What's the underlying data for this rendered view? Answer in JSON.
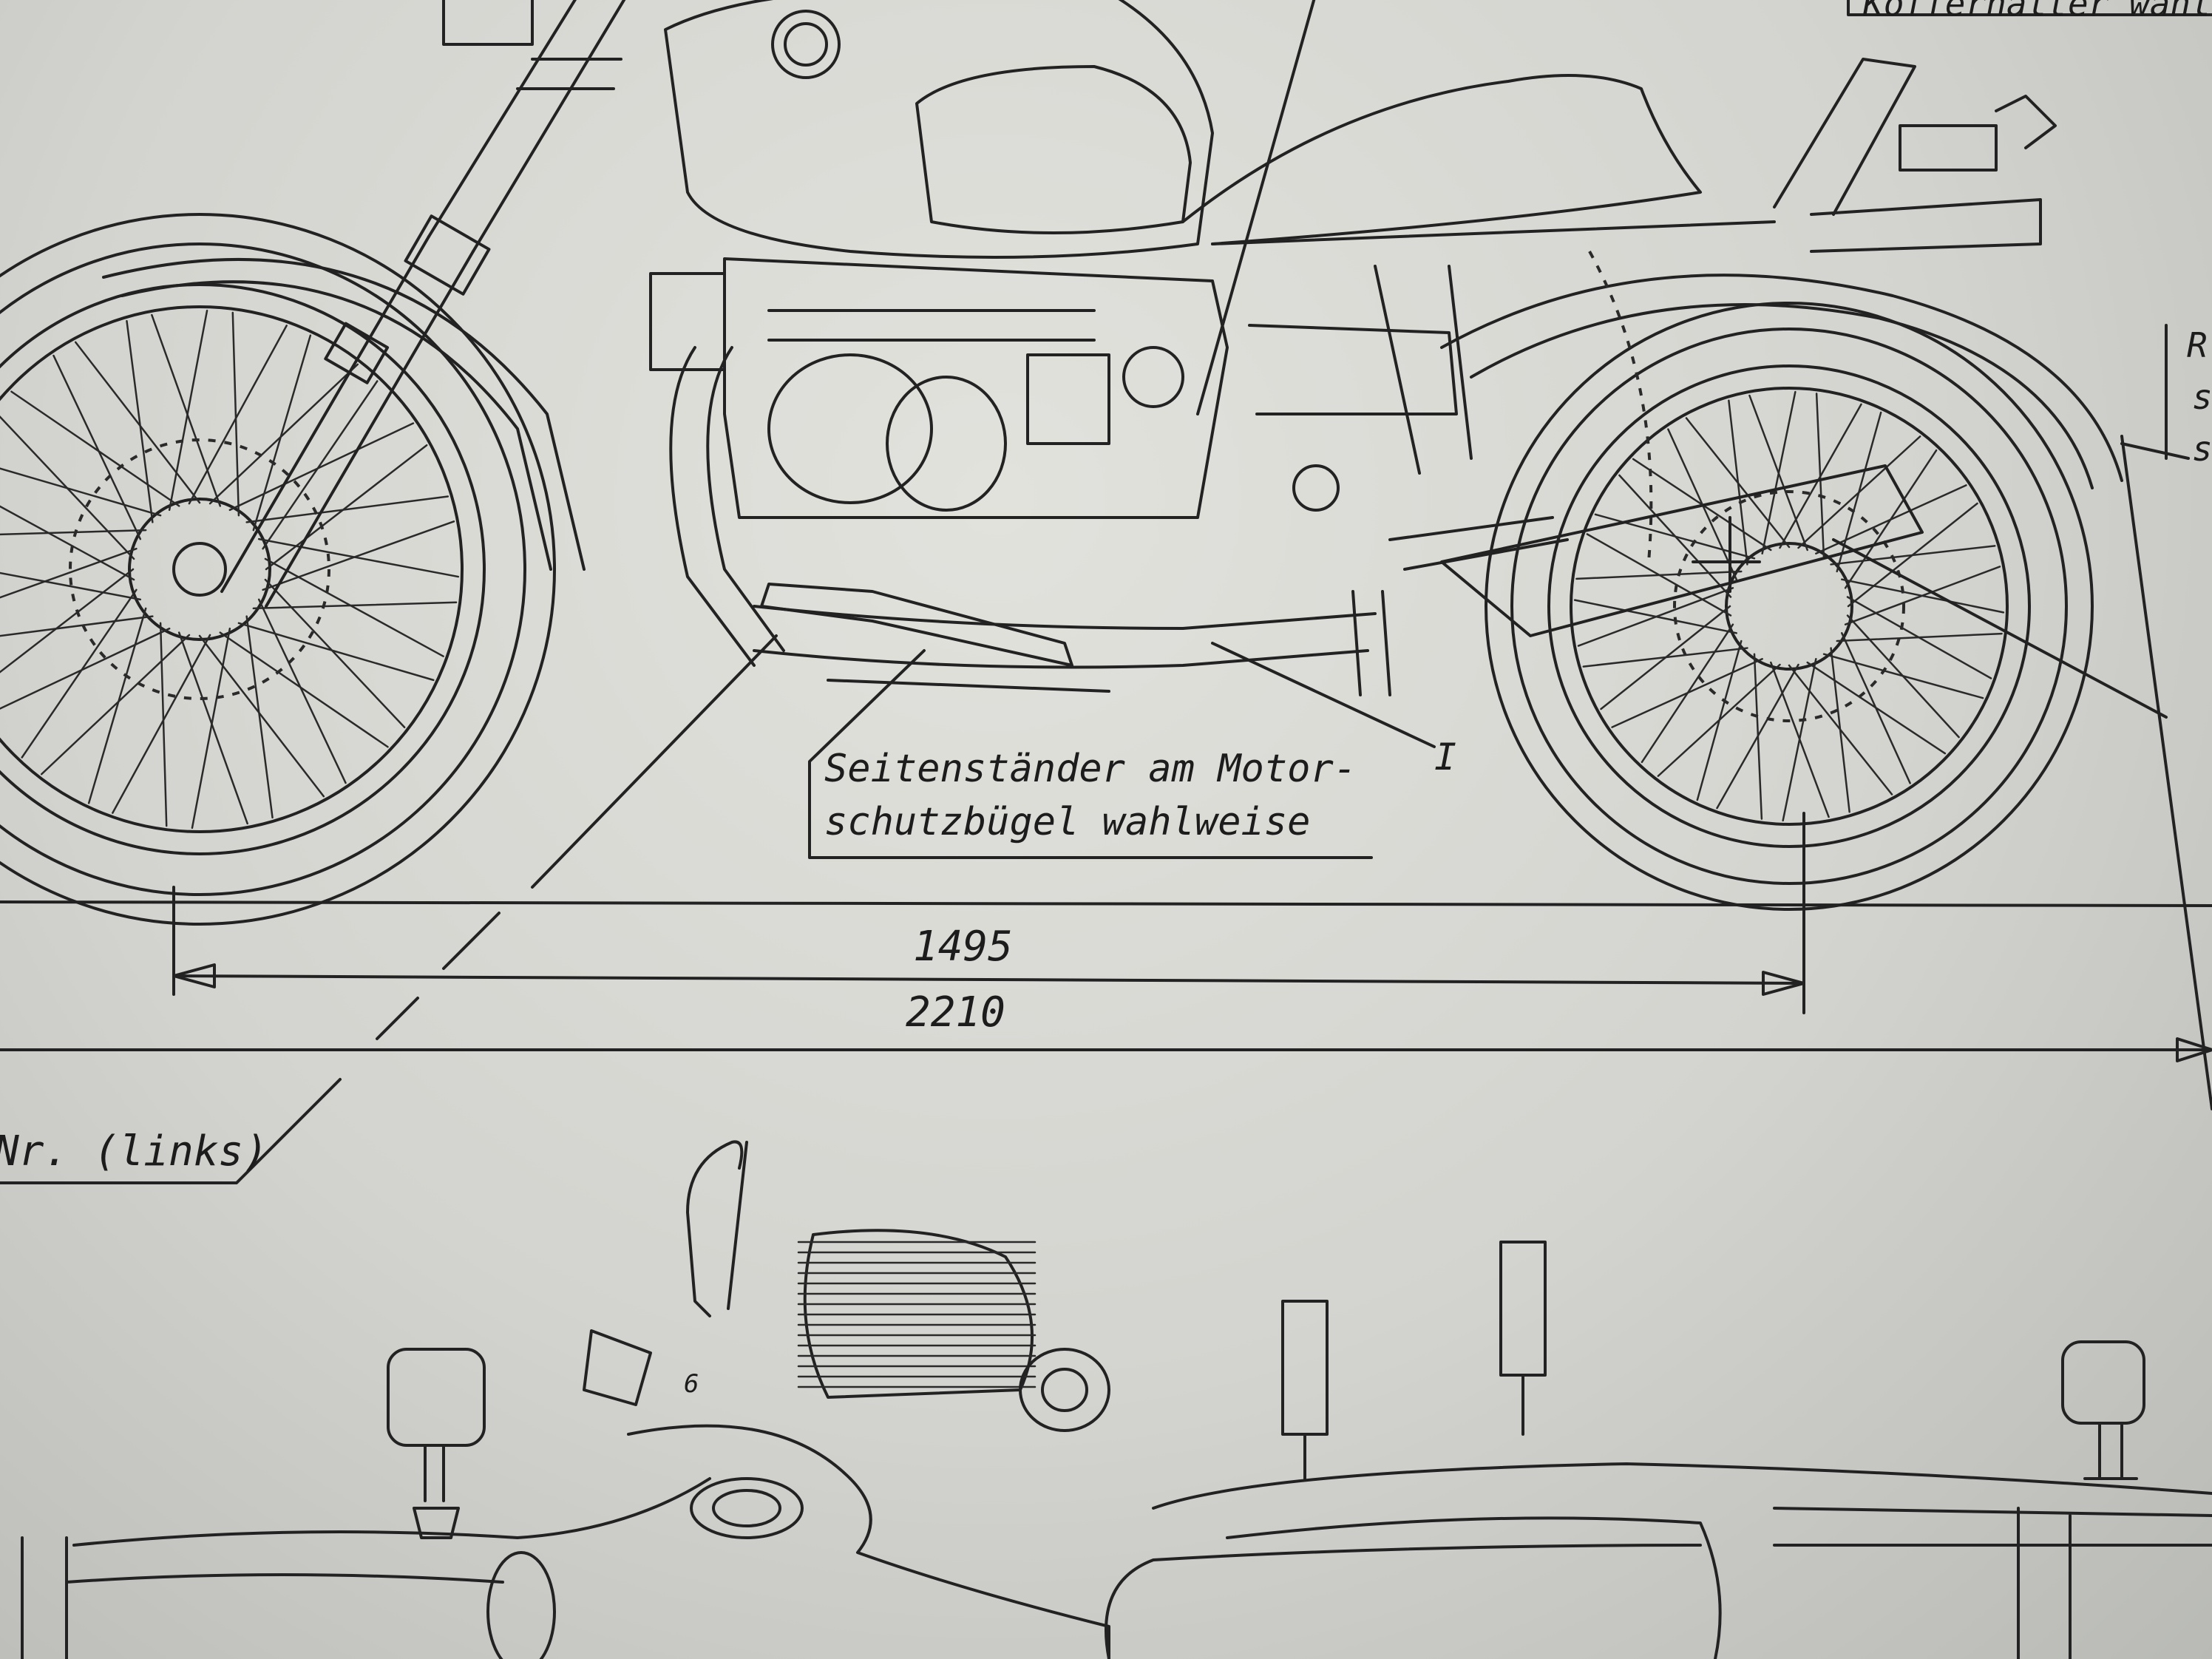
{
  "labels": {
    "side_stand_line1": "Seitenständer am Motor-",
    "side_stand_line2": "schutzbügel wahlweise",
    "dimension_wheelbase": "1495",
    "dimension_length": "2210",
    "nr_links": "Nr. (links)",
    "koffer_halter": "Kofferhalter wahl",
    "part_marker_i": "I",
    "edge_r": "R",
    "edge_s1": "s",
    "edge_s2": "s",
    "badge_six": "6"
  },
  "icons": {
    "front_wheel": "spoked-wheel-icon",
    "rear_wheel": "spoked-wheel-icon",
    "fuel_tank": "fuel-tank-icon",
    "brand_roundel": "roundel-icon"
  },
  "colors": {
    "paper": "#d3d3cf",
    "ink": "#222222"
  }
}
